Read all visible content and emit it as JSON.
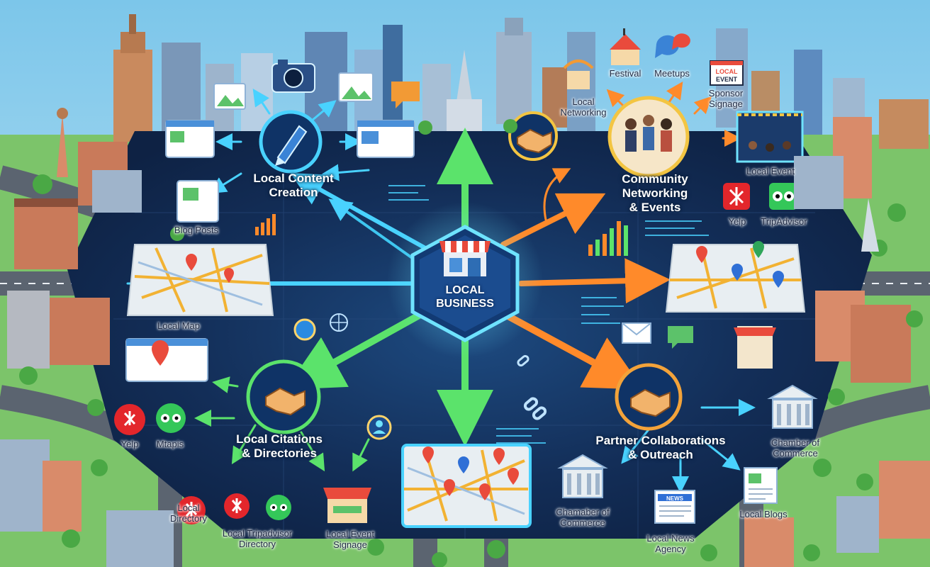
{
  "center": {
    "line1": "LOCAL",
    "line2": "BUSINESS"
  },
  "hubs": {
    "content": {
      "line1": "Local Content",
      "line2": "Creation"
    },
    "community": {
      "line1": "Community",
      "line2": "Networking",
      "line3": "& Events"
    },
    "citations": {
      "line1": "Local Citations",
      "line2": "& Directories"
    },
    "partners": {
      "line1": "Partner Collaborations",
      "line2": "& Outreach"
    }
  },
  "labels": {
    "blog_posts": "Blog Posts",
    "local_map": "Local Map",
    "festival": "Festival",
    "meetups": "Meetups",
    "sponsor_line1": "Sponsor",
    "sponsor_line2": "Signage",
    "sign_line1": "LOCAL",
    "sign_line2": "EVENT",
    "local_networking_line1": "Local",
    "local_networking_line2": "Networking",
    "local_event": "Local Event",
    "yelp_right": "Yelp",
    "tripadvisor_right": "TripAdvisor",
    "yelp_left": "Yelp",
    "mtapis": "Mtapis",
    "local_directory_line1": "Local",
    "local_directory_line2": "Directory",
    "local_trip_line1": "Local Tripadvisor",
    "local_trip_line2": "Directory",
    "local_event_signage_line1": "Local Event",
    "local_event_signage_line2": "Signage",
    "chamber_bottom_line1": "Chamaber of",
    "chamber_bottom_line2": "Commerce",
    "news_sign": "NEWS",
    "news_line1": "Local News",
    "news_line2": "Agency",
    "local_blogs": "Local Blogs",
    "chamber_right_line1": "Chamber of",
    "chamber_right_line2": "Commerce"
  },
  "colors": {
    "sky": "#8fd0ee",
    "board": "#10264a",
    "neon_cyan": "#3fd8ff",
    "neon_green": "#59e06a",
    "neon_orange": "#ff8a2a",
    "hub_ring_gold": "#f3c542",
    "grass": "#6ec35a",
    "road": "#5b6470"
  },
  "icons": [
    "handshake-icon",
    "pen-icon",
    "camera-icon",
    "map-pin-icon",
    "yelp-icon",
    "tripadvisor-icon",
    "storefront-icon",
    "newspaper-icon",
    "bank-icon",
    "chat-icon",
    "mail-icon",
    "link-icon",
    "globe-icon",
    "bar-chart-icon"
  ]
}
